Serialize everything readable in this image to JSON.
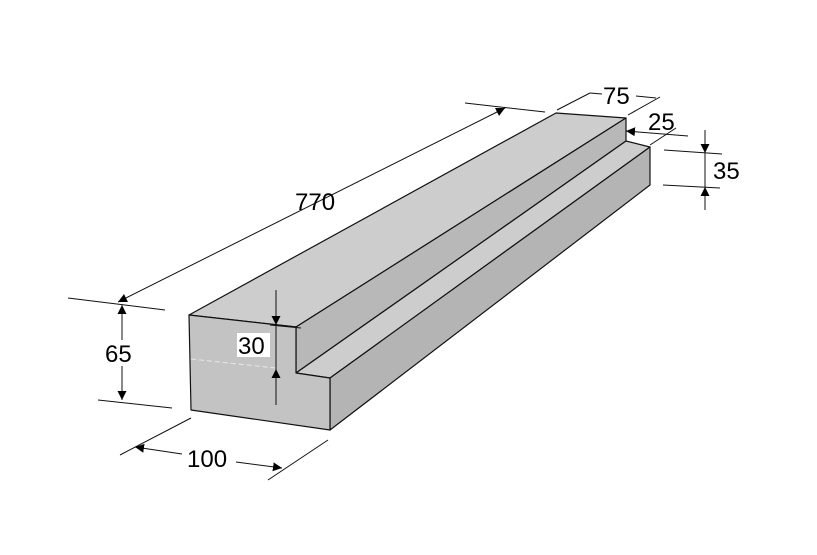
{
  "diagram": {
    "type": "isometric stepped block with dimensions",
    "dimensions": {
      "length": "770",
      "top_width": "75",
      "step_width": "25",
      "step_height": "35",
      "total_height": "65",
      "upper_height": "30",
      "base_width": "100"
    },
    "colors": {
      "top": "#cdcdcd",
      "front": "#c3c3c3",
      "side": "#b4b4b4",
      "line": "#111111"
    }
  }
}
